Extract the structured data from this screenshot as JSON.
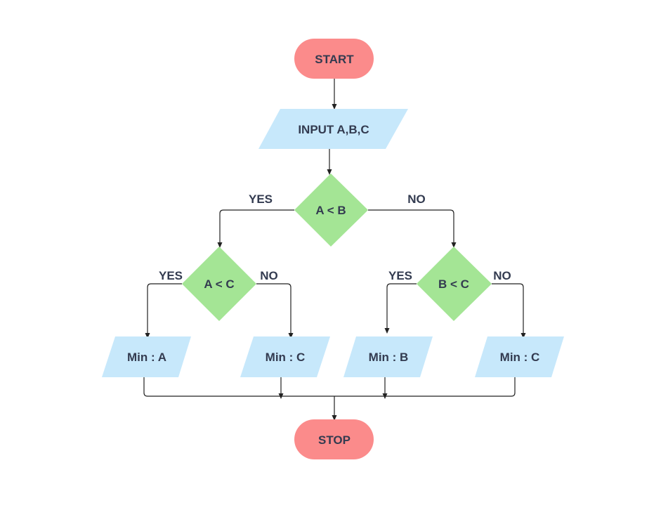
{
  "colors": {
    "terminal": "#fb8b8b",
    "io": "#c7e8fb",
    "decision": "#a4e595",
    "text": "#333b50",
    "line": "#222222"
  },
  "nodes": {
    "start": "START",
    "input": "INPUT A,B,C",
    "dec_ab": "A < B",
    "dec_ac": "A < C",
    "dec_bc": "B < C",
    "min_a": "Min : A",
    "min_c_left": "Min : C",
    "min_b": "Min : B",
    "min_c_right": "Min : C",
    "stop": "STOP"
  },
  "edge_labels": {
    "ab_yes": "YES",
    "ab_no": "NO",
    "ac_yes": "YES",
    "ac_no": "NO",
    "bc_yes": "YES",
    "bc_no": "NO"
  }
}
